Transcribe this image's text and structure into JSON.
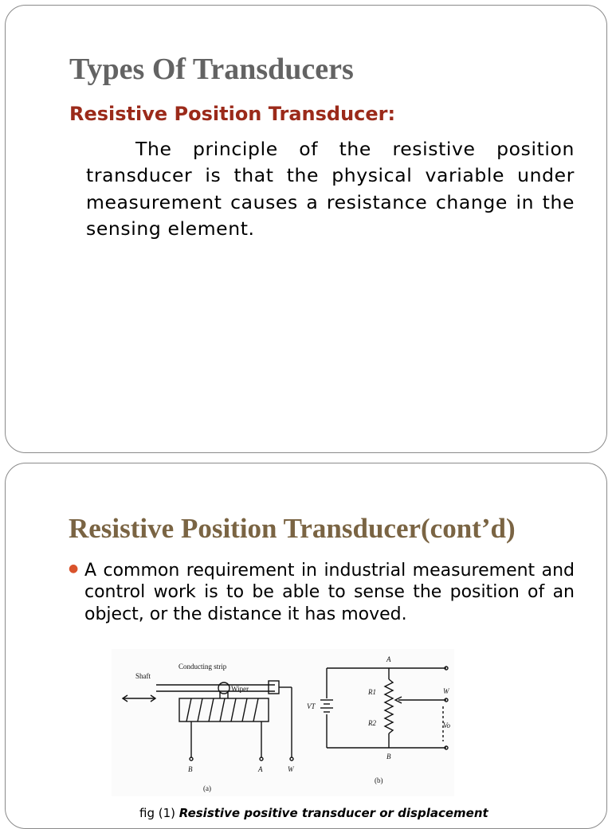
{
  "slide1": {
    "title": "Types Of Transducers",
    "subtitle": "Resistive Position Transducer:",
    "paragraph": "The principle of the resistive position transducer is that the physical variable under measurement causes a resistance change in the sensing element."
  },
  "slide2": {
    "title": "Resistive Position Transducer(cont’d)",
    "bullet_text": "A common requirement in industrial measurement and control work is to be able to sense the position of an object, or the distance it has moved.",
    "figure": {
      "labels": {
        "shaft": "Shaft",
        "conducting_strip": "Conducting strip",
        "wiper": "Wiper",
        "a_b": "B",
        "a_a": "A",
        "a_w": "W",
        "a_caption": "(a)",
        "b_top": "A",
        "b_bottom": "B",
        "b_w": "W",
        "b_vt": "VT",
        "b_r1": "R1",
        "b_r2": "R2",
        "b_vo": "Vo",
        "b_caption": "(b)"
      }
    },
    "caption_prefix": "fig (1)",
    "caption_text": "Resistive positive transducer or displacement"
  }
}
